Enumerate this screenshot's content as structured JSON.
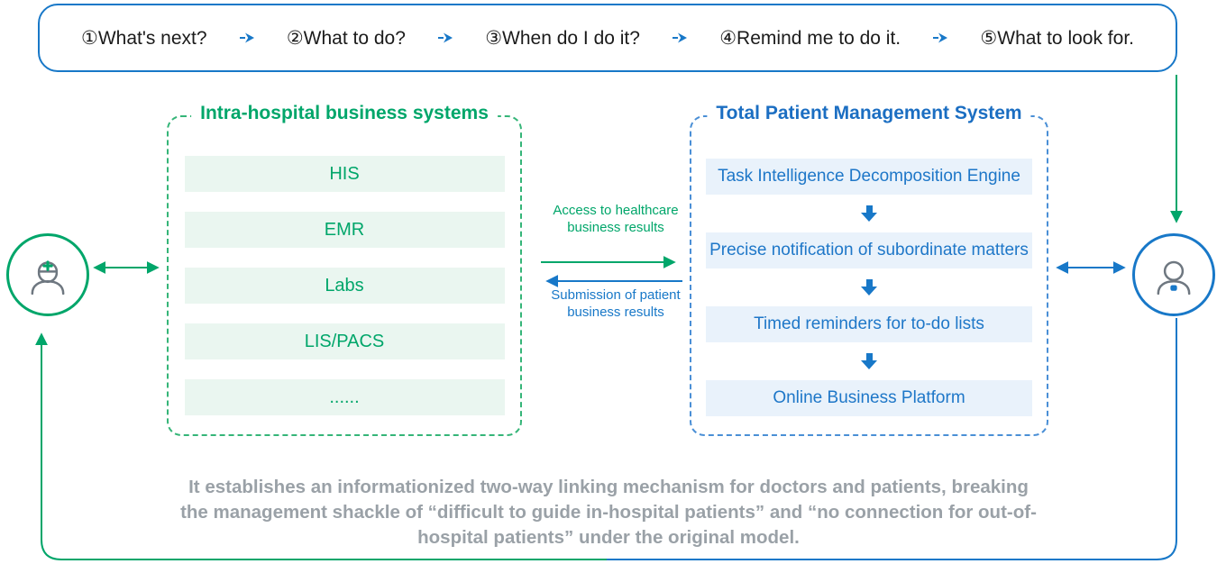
{
  "banner": {
    "steps": [
      "①What's next?",
      "②What to do?",
      "③When do I do it?",
      "④Remind me to do it.",
      "⑤What to look for."
    ]
  },
  "diagram": {
    "left_panel": {
      "title": "Intra-hospital business systems",
      "items": [
        "HIS",
        "EMR",
        "Labs",
        "LIS/PACS",
        "......"
      ]
    },
    "right_panel": {
      "title": "Total Patient Management System",
      "items": [
        "Task Intelligence Decomposition Engine",
        "Precise notification of subordinate matters",
        "Timed reminders for to-do lists",
        "Online Business Platform"
      ]
    },
    "exchange": {
      "to_tpms_label": "Access to healthcare business results",
      "to_his_label": "Submission of patient business results"
    },
    "actors": {
      "left": "doctor-icon",
      "right": "patient-icon"
    }
  },
  "footer": {
    "text": "It establishes an informationized two-way linking mechanism for doctors and patients, breaking the management shackle of “difficult to guide in-hospital patients” and “no connection for out-of-hospital patients” under the original model."
  },
  "colors": {
    "green": "#00A66A",
    "blue": "#1878C8",
    "light_green": "#EAF6F0",
    "light_blue": "#E9F2FB",
    "footer_gray": "#9AA1A7",
    "text_dark": "#1B1B1B"
  }
}
